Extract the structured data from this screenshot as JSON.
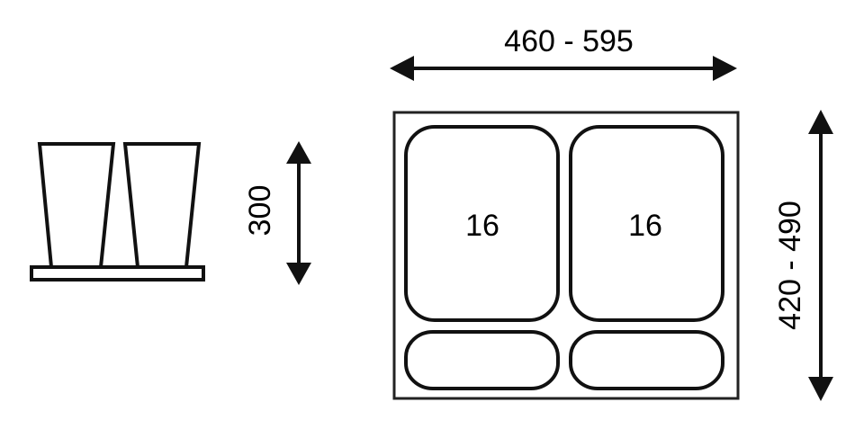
{
  "side_view": {
    "height_label": "300"
  },
  "top_view": {
    "width_label": "460 - 595",
    "depth_label": "420 - 490",
    "bins": [
      {
        "capacity": "16"
      },
      {
        "capacity": "16"
      }
    ]
  },
  "colors": {
    "line": "#111111",
    "background": "#ffffff"
  }
}
